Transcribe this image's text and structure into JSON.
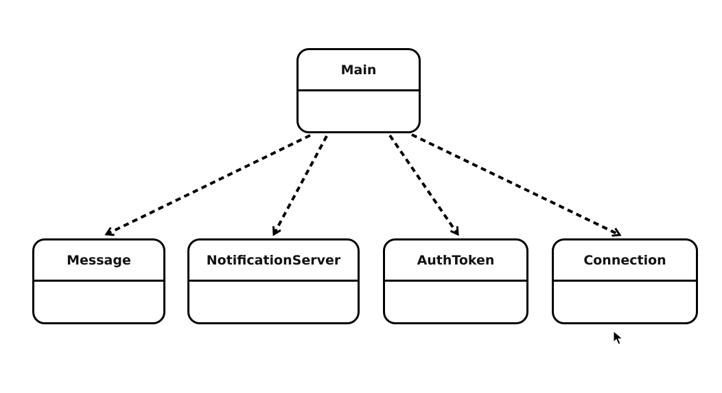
{
  "diagram": {
    "classes": {
      "main": {
        "name": "Main"
      },
      "message": {
        "name": "Message"
      },
      "notificationserver": {
        "name": "NotificationServer"
      },
      "authtoken": {
        "name": "AuthToken"
      },
      "connection": {
        "name": "Connection"
      }
    },
    "dependencies": [
      {
        "from": "Main",
        "to": "Message"
      },
      {
        "from": "Main",
        "to": "NotificationServer"
      },
      {
        "from": "Main",
        "to": "AuthToken"
      },
      {
        "from": "Main",
        "to": "Connection"
      }
    ]
  },
  "colors": {
    "stroke": "#000000",
    "background": "#ffffff"
  },
  "icons": {
    "cursor": "mouse-pointer-icon"
  }
}
